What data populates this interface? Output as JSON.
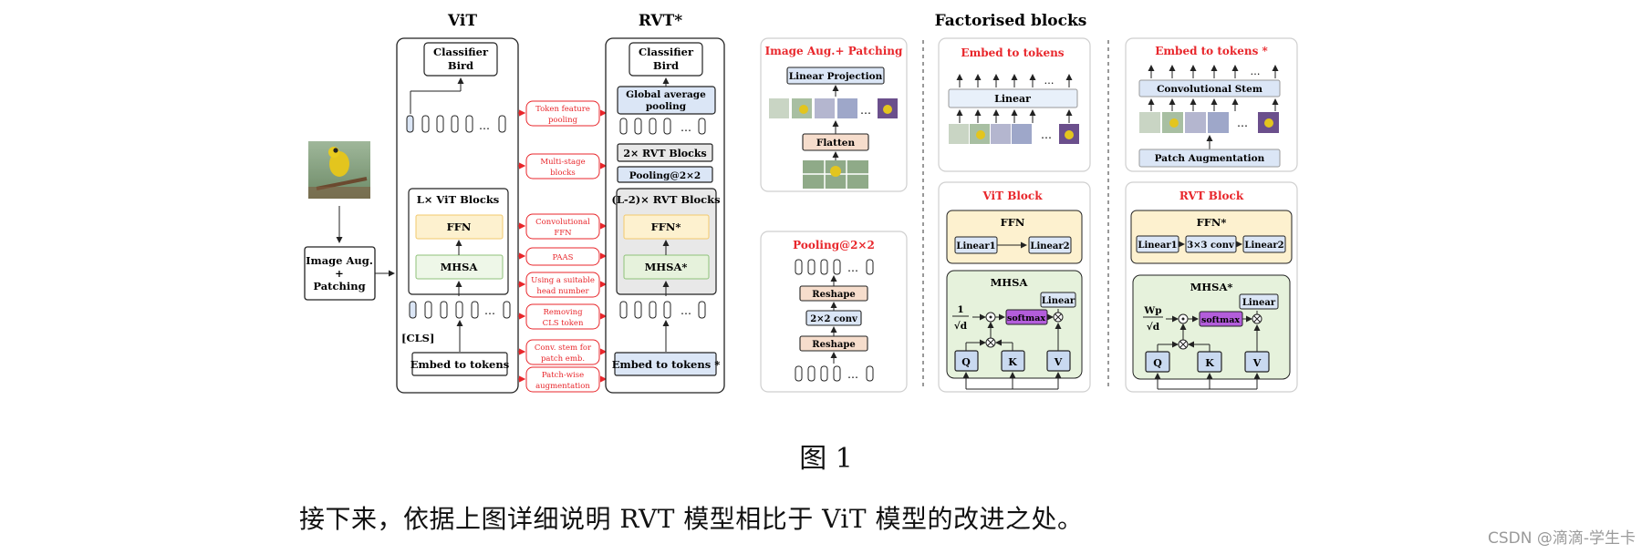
{
  "vit": {
    "title": "ViT",
    "classifier_l1": "Classifier",
    "classifier_l2": "Bird",
    "blocks_title": "L× ViT Blocks",
    "ffn": "FFN",
    "mhsa": "MHSA",
    "cls": "[CLS]",
    "embed": "Embed to tokens"
  },
  "input": {
    "aug_l1": "Image Aug.",
    "aug_l2": "+",
    "aug_l3": "Patching"
  },
  "rvt": {
    "title": "RVT*",
    "classifier_l1": "Classifier",
    "classifier_l2": "Bird",
    "gap_l1": "Global average",
    "gap_l2": "pooling",
    "blocks2": "2× RVT Blocks",
    "pooling": "Pooling@2×2",
    "blocksL": "(L-2)× RVT Blocks",
    "ffn": "FFN*",
    "mhsa": "MHSA*",
    "embed": "Embed to tokens *"
  },
  "improvements": [
    [
      "Token feature",
      "pooling"
    ],
    [
      "Multi-stage",
      "blocks"
    ],
    [
      "Convolutional",
      "FFN"
    ],
    [
      "PAAS"
    ],
    [
      "Using a suitable",
      "head number"
    ],
    [
      "Removing",
      "CLS token"
    ],
    [
      "Conv. stem for",
      "patch emb."
    ],
    [
      "Patch-wise",
      "augmentation"
    ]
  ],
  "factorised": {
    "title": "Factorised blocks",
    "aug_panel": {
      "title": "Image Aug.+ Patching",
      "linear_projection": "Linear Projection",
      "flatten": "Flatten"
    },
    "pool_panel": {
      "title": "Pooling@2×2",
      "reshape": "Reshape",
      "conv": "2×2 conv",
      "reshape2": "Reshape"
    },
    "embed_panel": {
      "title": "Embed to tokens",
      "linear": "Linear"
    },
    "embed_star_panel": {
      "title": "Embed to tokens *",
      "stem": "Convolutional Stem",
      "patch_aug": "Patch Augmentation"
    },
    "vit_block": {
      "title": "ViT Block",
      "ffn": "FFN",
      "linear1": "Linear1",
      "linear2": "Linear2",
      "mhsa": "MHSA",
      "linear": "Linear",
      "frac_top": "1",
      "frac_bot": "√d",
      "softmax": "softmax",
      "q": "Q",
      "k": "K",
      "v": "V"
    },
    "rvt_block": {
      "title": "RVT Block",
      "ffn": "FFN*",
      "linear1": "Linear1",
      "conv": "3×3 conv",
      "linear2": "Linear2",
      "mhsa": "MHSA*",
      "linear": "Linear",
      "frac_top": "Wp",
      "frac_bot": "√d",
      "softmax": "softmax",
      "q": "Q",
      "k": "K",
      "v": "V"
    }
  },
  "ellipsis": "…",
  "caption": "图 1",
  "paragraph": "接下来，依据上图详细说明 RVT 模型相比于 ViT 模型的改进之处。",
  "watermark": "CSDN @滴滴-学生卡",
  "colors": {
    "red": "#e8262b",
    "blue_box": "#dbe6f6",
    "ffn_fill": "#fdf1cf",
    "mhsa_fill": "#e6f2dc",
    "rvt_gray": "#e8e8e8",
    "softmax": "#b35ddb"
  }
}
